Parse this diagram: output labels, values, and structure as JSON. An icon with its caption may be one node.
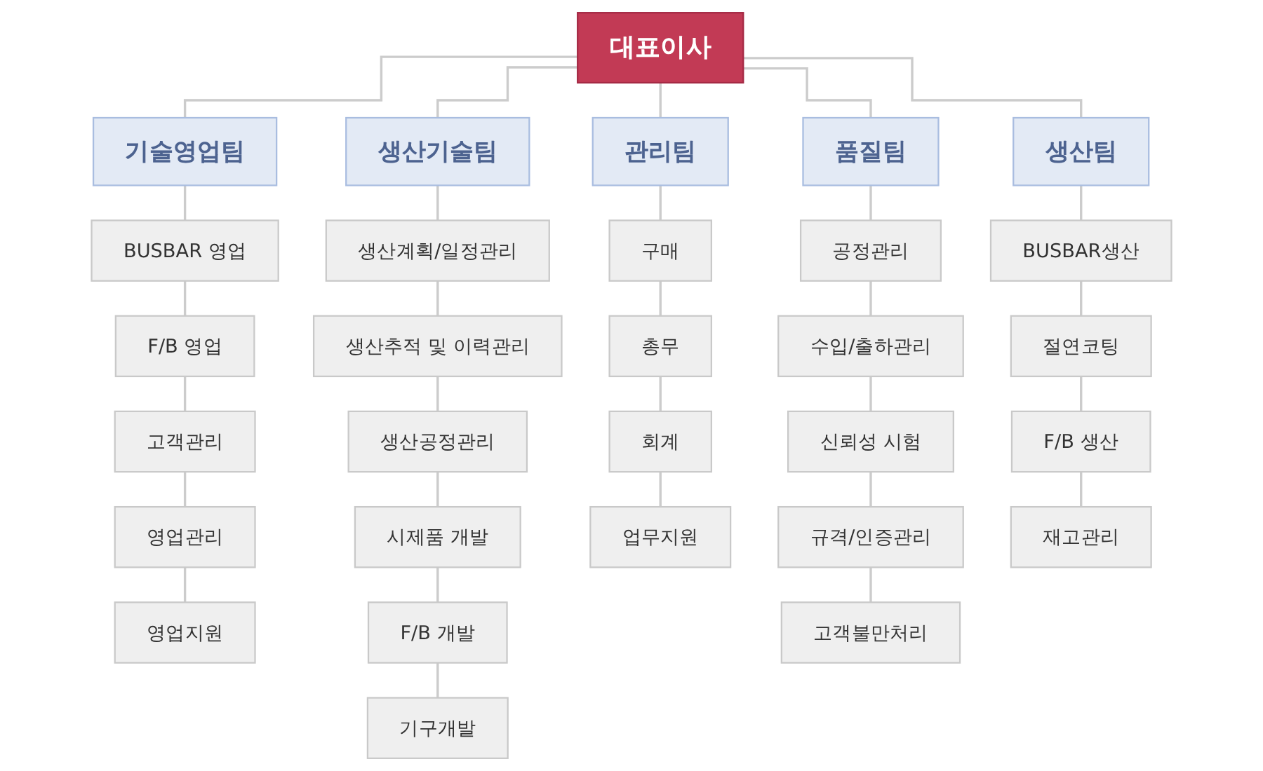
{
  "diagram": {
    "nodes": [
      {
        "text": [
          "대표이사"
        ]
      },
      {
        "text": [
          "기술영업팀"
        ]
      },
      {
        "text": [
          "BUSBAR 영업"
        ]
      },
      {
        "text": [
          "F/B 영업"
        ]
      },
      {
        "text": [
          "고객관리"
        ]
      },
      {
        "text": [
          "영업관리"
        ]
      },
      {
        "text": [
          "영업지원"
        ]
      },
      {
        "text": [
          "생산기술팀"
        ]
      },
      {
        "text": [
          "생산계획/일정관리"
        ]
      },
      {
        "text": [
          "생산추적 및 이력관리"
        ]
      },
      {
        "text": [
          "생산공정관리"
        ]
      },
      {
        "text": [
          "시제품 개발"
        ]
      },
      {
        "text": [
          "F/B 개발"
        ]
      },
      {
        "text": [
          "기구개발"
        ]
      },
      {
        "text": [
          "관리팀"
        ]
      },
      {
        "text": [
          "구매"
        ]
      },
      {
        "text": [
          "총무"
        ]
      },
      {
        "text": [
          "회계"
        ]
      },
      {
        "text": [
          "업무지원"
        ]
      },
      {
        "text": [
          "품질팀"
        ]
      },
      {
        "text": [
          "공정관리"
        ]
      },
      {
        "text": [
          "수입/출하관리"
        ]
      },
      {
        "text": [
          "신뢰성 시험"
        ]
      },
      {
        "text": [
          "규격/인증관리"
        ]
      },
      {
        "text": [
          "고객불만처리"
        ]
      },
      {
        "text": [
          "생산팀"
        ]
      },
      {
        "text": [
          "BUSBAR생산"
        ]
      },
      {
        "text": [
          "절연코팅"
        ]
      },
      {
        "text": [
          "F/B 생산"
        ]
      },
      {
        "text": [
          "재고관리"
        ]
      }
    ],
    "edges": [
      {
        "from": 0,
        "to": 1,
        "arrow": "none"
      },
      {
        "from": 0,
        "to": 7,
        "arrow": "none"
      },
      {
        "from": 0,
        "to": 14,
        "arrow": "none"
      },
      {
        "from": 0,
        "to": 19,
        "arrow": "none"
      },
      {
        "from": 0,
        "to": 25,
        "arrow": "none"
      },
      {
        "from": 1,
        "to": 2,
        "arrow": "none"
      },
      {
        "from": 2,
        "to": 3,
        "arrow": "none"
      },
      {
        "from": 3,
        "to": 4,
        "arrow": "none"
      },
      {
        "from": 4,
        "to": 5,
        "arrow": "none"
      },
      {
        "from": 5,
        "to": 6,
        "arrow": "none"
      },
      {
        "from": 7,
        "to": 8,
        "arrow": "none"
      },
      {
        "from": 8,
        "to": 9,
        "arrow": "none"
      },
      {
        "from": 9,
        "to": 10,
        "arrow": "none"
      },
      {
        "from": 10,
        "to": 11,
        "arrow": "none"
      },
      {
        "from": 11,
        "to": 12,
        "arrow": "none"
      },
      {
        "from": 12,
        "to": 13,
        "arrow": "none"
      },
      {
        "from": 14,
        "to": 15,
        "arrow": "none"
      },
      {
        "from": 15,
        "to": 16,
        "arrow": "none"
      },
      {
        "from": 16,
        "to": 17,
        "arrow": "none"
      },
      {
        "from": 17,
        "to": 18,
        "arrow": "none"
      },
      {
        "from": 19,
        "to": 20,
        "arrow": "none"
      },
      {
        "from": 20,
        "to": 21,
        "arrow": "none"
      },
      {
        "from": 21,
        "to": 22,
        "arrow": "none"
      },
      {
        "from": 22,
        "to": 23,
        "arrow": "none"
      },
      {
        "from": 23,
        "to": 24,
        "arrow": "none"
      },
      {
        "from": 25,
        "to": 26,
        "arrow": "none"
      },
      {
        "from": 26,
        "to": 27,
        "arrow": "none"
      },
      {
        "from": 27,
        "to": 28,
        "arrow": "none"
      },
      {
        "from": 28,
        "to": 29,
        "arrow": "none"
      }
    ]
  }
}
